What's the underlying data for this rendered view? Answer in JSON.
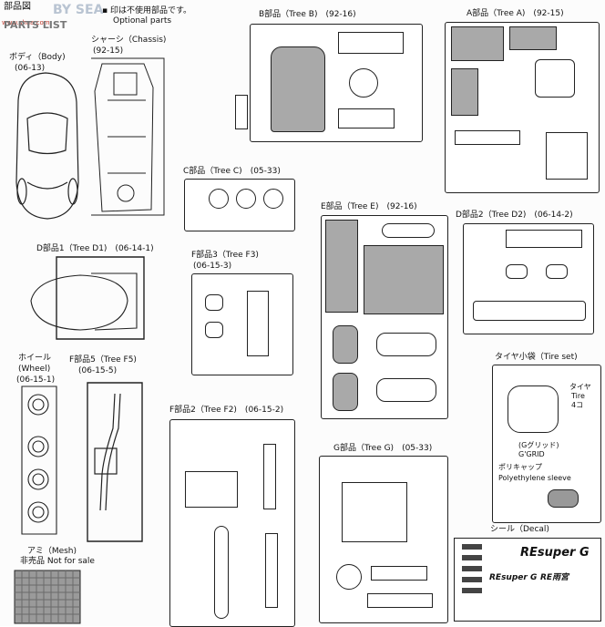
{
  "header": {
    "watermark_a": "BY SEA",
    "watermark_b": "www.shaa.com",
    "title_jp": "部品図",
    "title_en": "PARTS LIST",
    "optional_jp": "▪ 印は不使用部品です。",
    "optional_en": "Optional parts"
  },
  "labels": {
    "body_jp": "ボディ（Body)",
    "body_code": "(06-13)",
    "chassis_jp": "シャーシ（Chassis)",
    "chassis_code": "(92-15)",
    "tree_b": "B部品（Tree B)　(92-16)",
    "tree_a": "A部品（Tree A)　(92-15)",
    "tree_c": "C部品（Tree C)　(05-33)",
    "tree_d1": "D部品1（Tree D1)　(06-14-1)",
    "tree_e": "E部品（Tree E)　(92-16)",
    "tree_d2": "D部品2（Tree D2)　(06-14-2)",
    "tree_f3": "F部品3（Tree F3)",
    "tree_f3_code": "(06-15-3)",
    "wheel_jp": "ホイール",
    "wheel_en": "(Wheel)",
    "wheel_code": "(06-15-1)",
    "tree_f5": "F部品5（Tree F5)",
    "tree_f5_code": "(06-15-5)",
    "tree_f2": "F部品2（Tree F2)　(06-15-2)",
    "tire_set": "タイヤ小袋（Tire set)",
    "tire_jp": "タイヤ",
    "tire_en": "Tire",
    "tire_qty": "4コ",
    "g_grid_jp": "(Gグリッド)",
    "g_grid_en": "G'GRID",
    "poly_jp": "ポリキャップ",
    "poly_en": "Polyethylene sleeve",
    "tree_g": "G部品（Tree G)　(05-33)",
    "decal": "シール（Decal)",
    "mesh_jp": "アミ（Mesh)",
    "mesh_note": "非売品 Not for sale"
  },
  "decal_text": {
    "brand1": "REsuper G",
    "brand2": "REsuper G",
    "brand3": "RE雨宮"
  }
}
